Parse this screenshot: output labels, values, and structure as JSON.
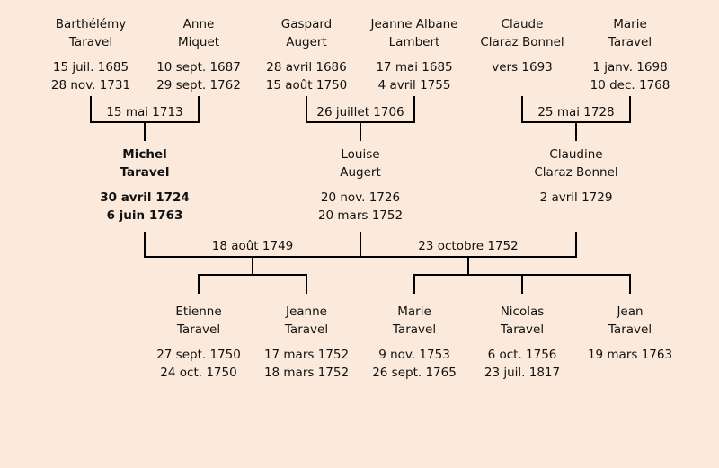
{
  "background": "#fbeadb",
  "grandparents": [
    {
      "first": "Barthélémy",
      "last": "Taravel",
      "birth": "15 juil. 1685",
      "death": "28 nov. 1731"
    },
    {
      "first": "Anne",
      "last": "Miquet",
      "birth": "10 sept. 1687",
      "death": "29 sept. 1762"
    },
    {
      "first": "Gaspard",
      "last": "Augert",
      "birth": "28 avril 1686",
      "death": "15 août 1750"
    },
    {
      "first": "Jeanne Albane",
      "last": "Lambert",
      "birth": "17 mai 1685",
      "death": "4 avril 1755"
    },
    {
      "first": "Claude",
      "last": "Claraz Bonnel",
      "birth": "vers 1693",
      "death": ""
    },
    {
      "first": "Marie",
      "last": "Taravel",
      "birth": "1 janv. 1698",
      "death": "10 dec. 1768"
    }
  ],
  "grandparent_marriages": [
    "15 mai 1713",
    "26 juillet 1706",
    "25 mai 1728"
  ],
  "parents": [
    {
      "first": "Michel",
      "last": "Taravel",
      "birth": "30 avril 1724",
      "death": "6 juin 1763"
    },
    {
      "first": "Louise",
      "last": "Augert",
      "birth": "20 nov. 1726",
      "death": "20 mars 1752"
    },
    {
      "first": "Claudine",
      "last": "Claraz Bonnel",
      "birth": "2 avril 1729",
      "death": ""
    }
  ],
  "parent_marriages": [
    "18 août 1749",
    "23 octobre 1752"
  ],
  "children": [
    {
      "first": "Etienne",
      "last": "Taravel",
      "birth": "27 sept. 1750",
      "death": "24 oct. 1750"
    },
    {
      "first": "Jeanne",
      "last": "Taravel",
      "birth": "17 mars 1752",
      "death": "18 mars 1752"
    },
    {
      "first": "Marie",
      "last": "Taravel",
      "birth": "9 nov. 1753",
      "death": "26 sept. 1765"
    },
    {
      "first": "Nicolas",
      "last": "Taravel",
      "birth": "6 oct. 1756",
      "death": "23 juil. 1817"
    },
    {
      "first": "Jean",
      "last": "Taravel",
      "birth": "19 mars 1763",
      "death": ""
    }
  ]
}
